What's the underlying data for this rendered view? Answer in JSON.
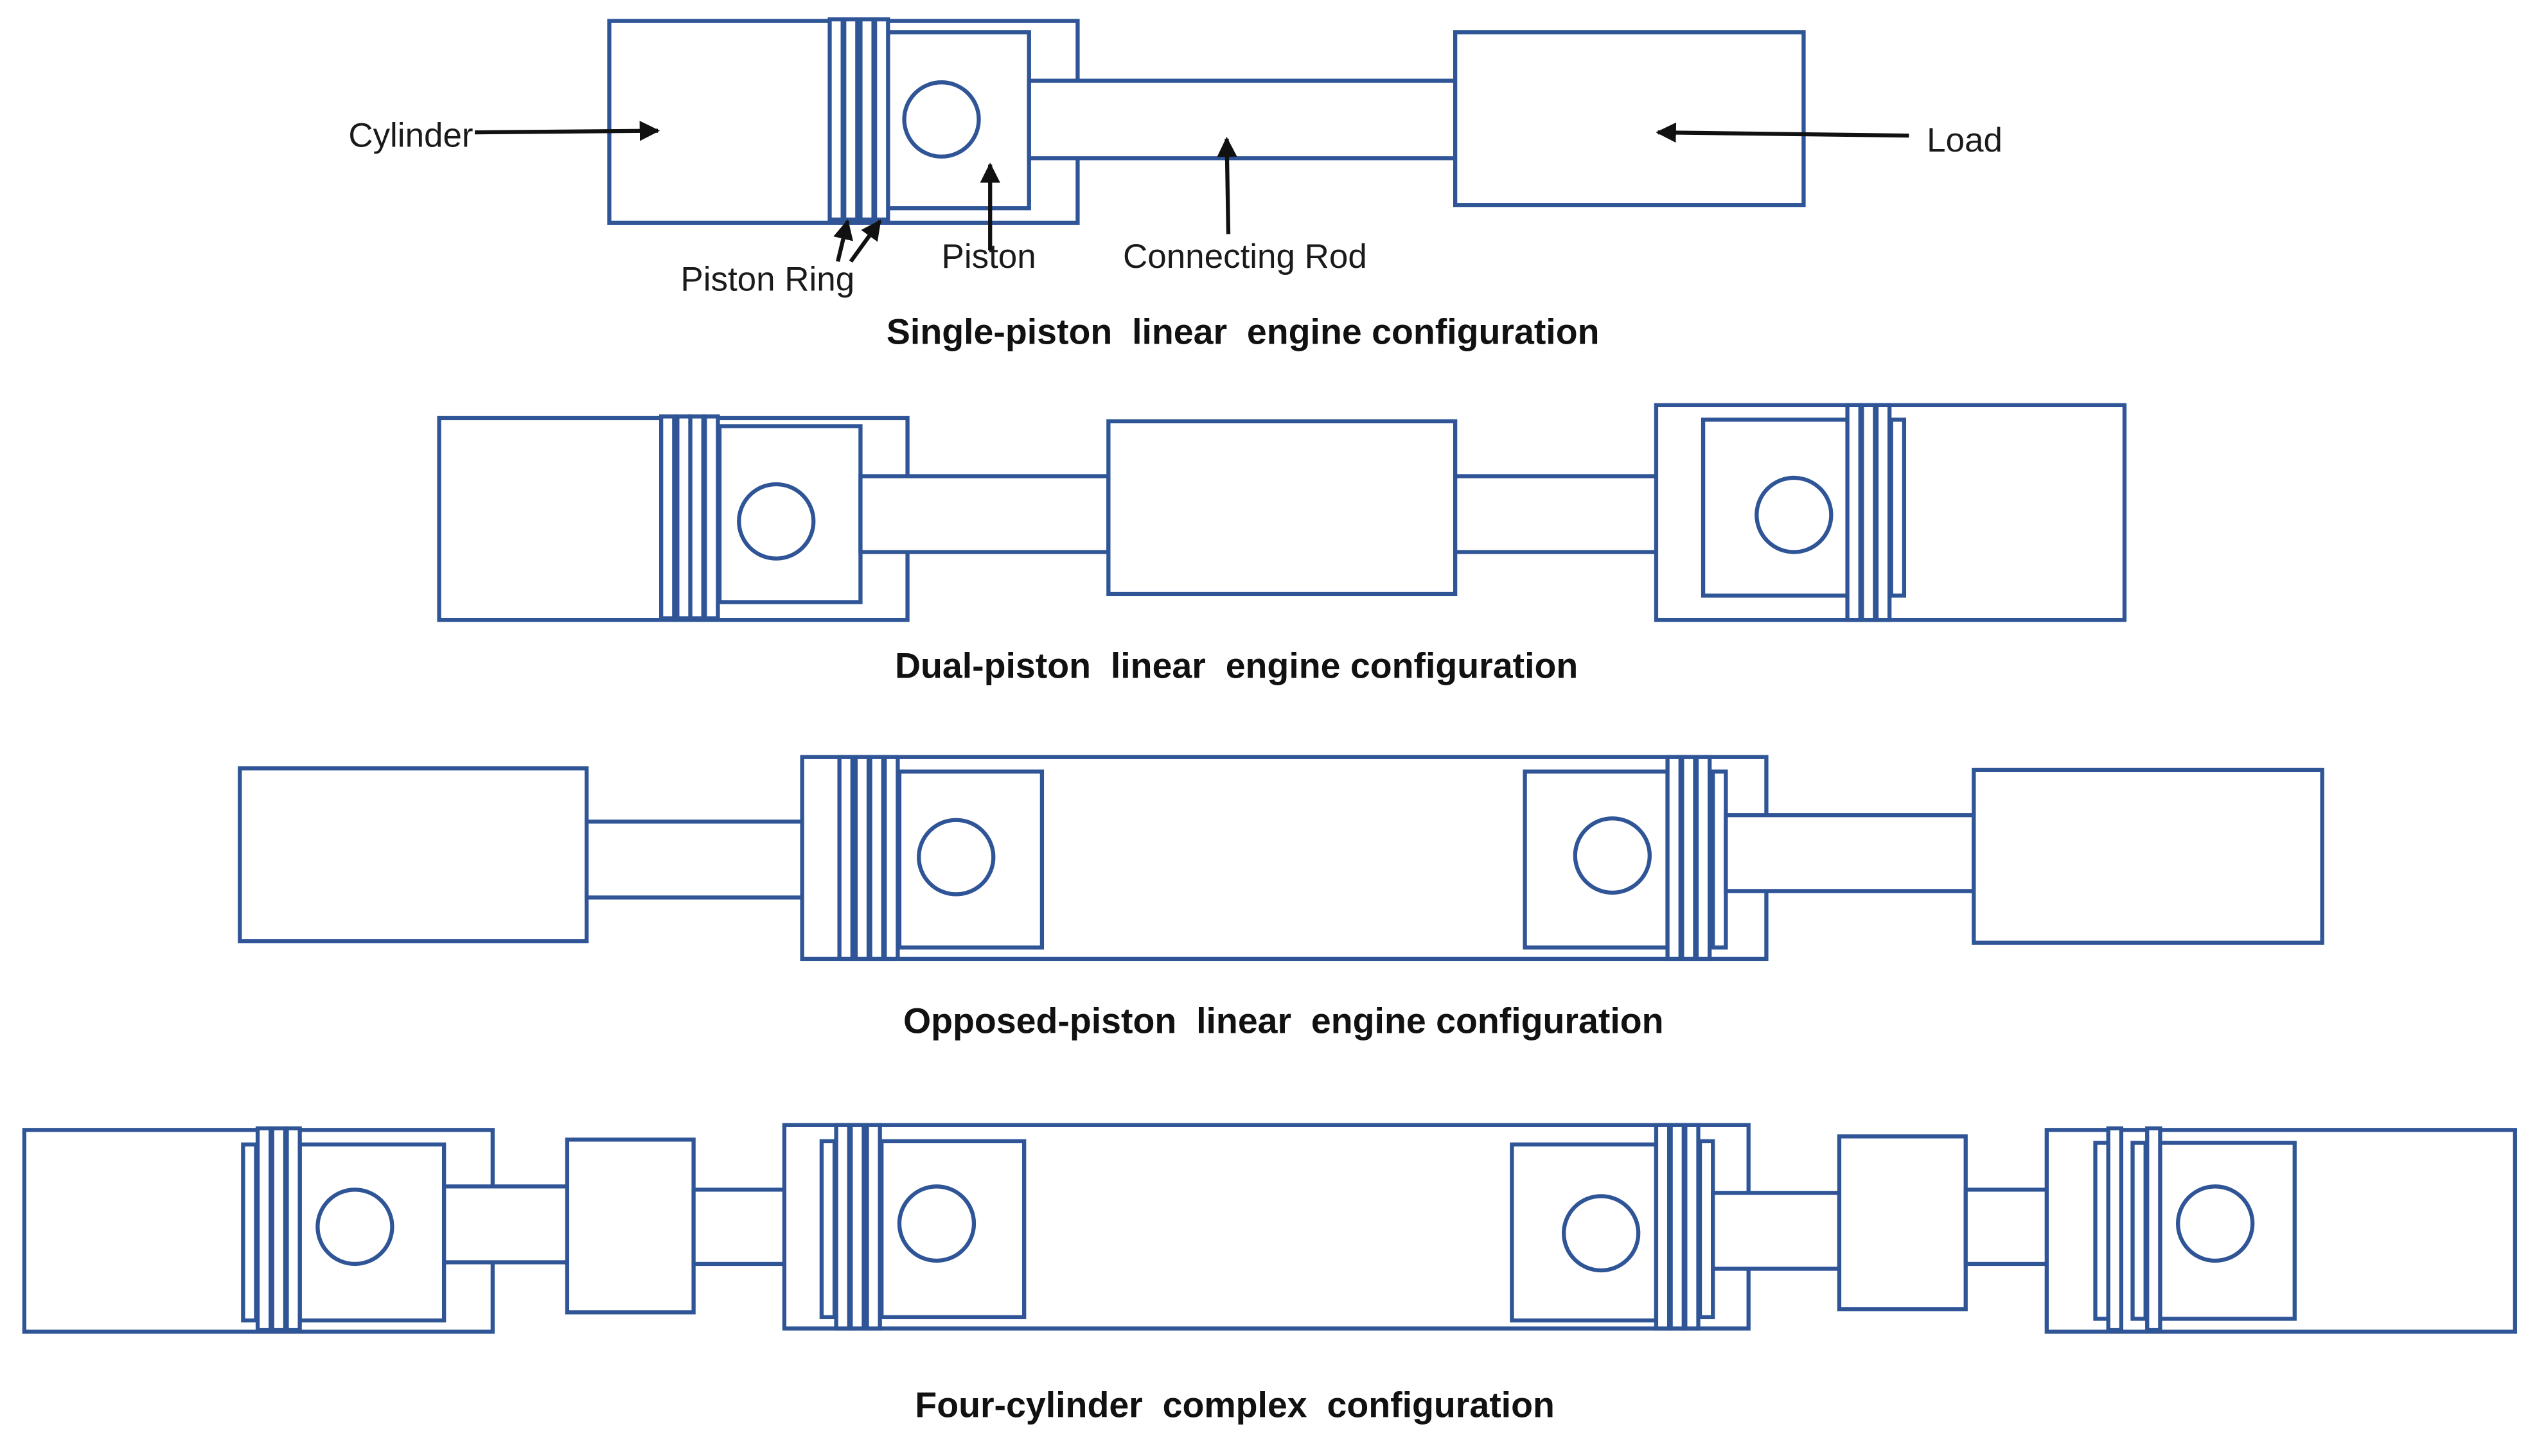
{
  "colors": {
    "outline": "#2f5597",
    "text": "#111111",
    "background": "#ffffff"
  },
  "labels": {
    "cylinder": "Cylinder",
    "piston": "Piston",
    "piston_ring": "Piston Ring",
    "connecting_rod": "Connecting Rod",
    "load": "Load"
  },
  "captions": {
    "single": "Single-piston  linear  engine configuration",
    "dual": "Dual-piston  linear  engine configuration",
    "opposed": "Opposed-piston  linear  engine configuration",
    "four": "Four-cylinder  complex  configuration"
  }
}
